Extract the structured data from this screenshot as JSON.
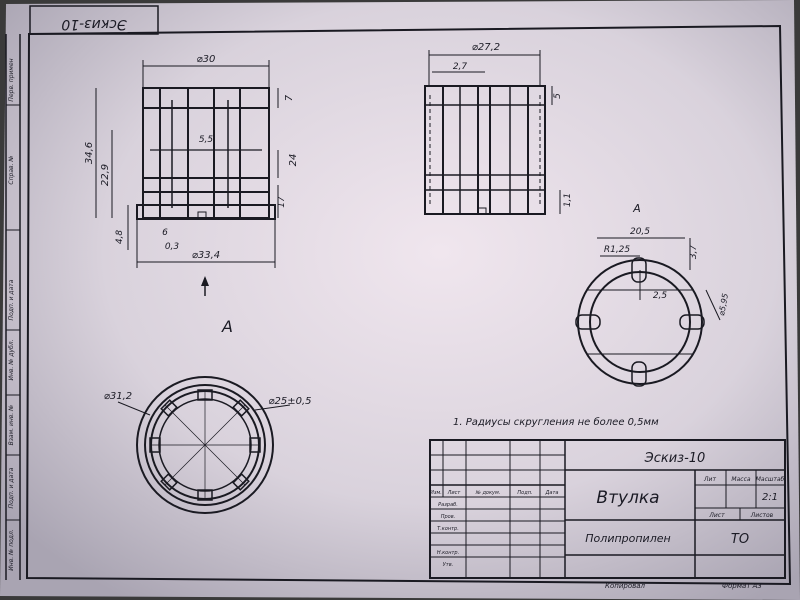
{
  "sheet": {
    "corner_stamp": "Эскиз-10",
    "side_labels": [
      "Перв. примен",
      "Справ. №",
      "Подп. и дата",
      "Инв. № дубл.",
      "Взам. инв. №",
      "Подп. и дата",
      "Инв. № подл."
    ]
  },
  "front_view": {
    "dims": {
      "top_width": "⌀30",
      "top_step": "7",
      "slot": "5,5",
      "height_total": "34,6",
      "height_mid": "22,9",
      "right_mid": "24",
      "right_low": "17",
      "bottom_left": "4,8",
      "bottom_a": "6",
      "bottom_b": "0,3",
      "base_width": "⌀33,4"
    },
    "view_arrow_label": "А"
  },
  "section_view": {
    "dims": {
      "top_width": "⌀27,2",
      "inner": "2,7",
      "top_step": "5",
      "bottom_step": "1,1"
    }
  },
  "detail_view": {
    "title": "А",
    "dims": {
      "width": "20,5",
      "radius": "R1,25",
      "top_right": "3,7",
      "inner": "2,5",
      "diameter": "⌀5,95"
    }
  },
  "top_view": {
    "dims": {
      "outer": "⌀31,2",
      "inner": "⌀25±0,5"
    }
  },
  "notes": {
    "line1": "1. Радиусы скругления не более 0,5мм"
  },
  "title_block": {
    "doc_code": "Эскиз-10",
    "part_name": "Втулка",
    "material": "Полипропилен",
    "org": "ТО",
    "header_cells": [
      "Лит",
      "Масса",
      "Масштаб"
    ],
    "scale_value": "2:1",
    "sheet_label": "Лист",
    "sheets_label": "Листов",
    "row_labels": [
      "Изм.",
      "Лист",
      "№ докум.",
      "Подп.",
      "Дата"
    ],
    "role_labels": [
      "Разраб.",
      "Пров.",
      "Т.контр.",
      "Н.контр.",
      "Утв."
    ],
    "footer_copied": "Копировал",
    "footer_format": "Формат A3"
  },
  "colors": {
    "paper": "#dcd6df",
    "ink": "#1a1a22",
    "background": "#3a3a3a"
  }
}
